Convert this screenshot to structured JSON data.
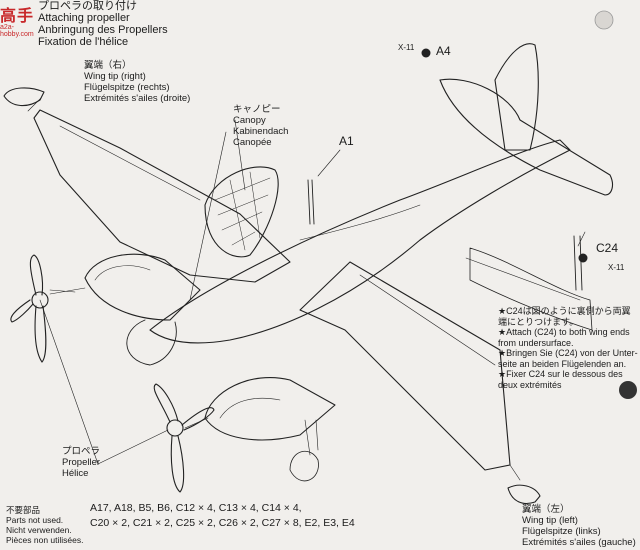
{
  "header": {
    "line_jp": "プロペラの取り付け",
    "line_en": "Attaching propeller",
    "line_de": "Anbringung des Propellers",
    "line_fr": "Fixation de l'hélice"
  },
  "watermark": {
    "glyphs": "高手",
    "site": "a2a-hobby.com"
  },
  "wing_tip_right": {
    "jp": "翼端（右）",
    "en": "Wing tip (right)",
    "de": "Flügelspitze (rechts)",
    "fr": "Extrémités s'ailes (droite)"
  },
  "canopy": {
    "jp": "キャノピー",
    "en": "Canopy",
    "de": "Kabinendach",
    "fr": "Canopée"
  },
  "parts": {
    "a1": "A1",
    "a4": "A4",
    "x11_top": "X-11",
    "c24": "C24",
    "x11_side": "X-11"
  },
  "note": {
    "jp1": "★C24は図のように裏側から両翼",
    "jp2": "端にとりつけます。",
    "en1": "★Attach (C24) to both wing ends",
    "en2": "from undersurface.",
    "de1": "★Bringen Sie (C24) von der Unter-",
    "de2": "seite an beiden Flügelenden an.",
    "fr1": "★Fixer C24 sur le dessous des",
    "fr2": "deux extrémités"
  },
  "propeller": {
    "jp": "プロペラ",
    "en": "Propeller",
    "fr": "Hélice"
  },
  "wing_tip_left": {
    "jp": "翼端（左）",
    "en": "Wing tip (left)",
    "de": "Flügelspitze (links)",
    "fr": "Extrémités s'ailes (gauche)"
  },
  "not_used": {
    "jp": "不要部品",
    "en": "Parts not used.",
    "de": "Nicht verwenden.",
    "fr": "Pièces non utilisées."
  },
  "unused_parts": {
    "line1": "A17, A18, B5, B6, C12 × 4, C13 × 4, C14 × 4,",
    "line2": "C20 × 2, C21 × 2, C25 × 2, C26 × 2, C27 × 8, E2, E3, E4"
  },
  "colors": {
    "paper": "#f1efec",
    "ink": "#1c1c1c",
    "watermark": "#c8282a"
  }
}
